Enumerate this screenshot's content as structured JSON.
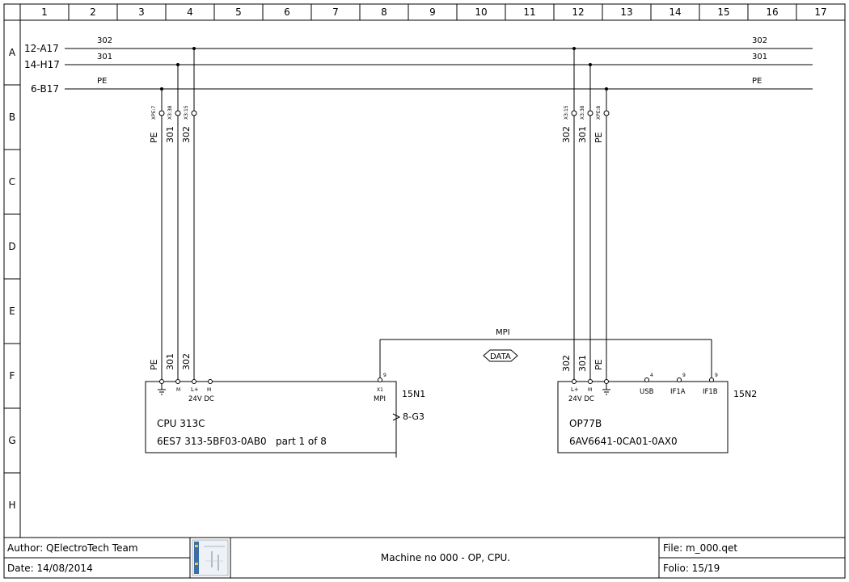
{
  "columns": [
    "1",
    "2",
    "3",
    "4",
    "5",
    "6",
    "7",
    "8",
    "9",
    "10",
    "11",
    "12",
    "13",
    "14",
    "15",
    "16",
    "17"
  ],
  "rows": [
    "A",
    "B",
    "C",
    "D",
    "E",
    "F",
    "G",
    "H"
  ],
  "conductors": {
    "left_refs": [
      "12-A17",
      "14-H17",
      "6-B17"
    ],
    "left_labels": [
      "302",
      "301",
      "PE"
    ],
    "right_labels": [
      "302",
      "301",
      "PE"
    ]
  },
  "cpu": {
    "wire_labels_top": [
      "PE",
      "301",
      "302"
    ],
    "terminals": [
      "XPE:7",
      "X3:38",
      "X3:15"
    ],
    "wire_labels_bottom": [
      "PE",
      "301",
      "302"
    ],
    "pin_m1": "M",
    "pin_lplus": "L+",
    "pin_m2": "M",
    "supply": "24V DC",
    "port_num": "X1",
    "port_pin": "9",
    "port": "MPI",
    "tag": "15N1",
    "name": "CPU 313C",
    "part": "6ES7 313-5BF03-0AB0   part 1 of 8",
    "xref": "8-G3"
  },
  "op": {
    "terminals": [
      "X3:15",
      "X3:38",
      "XPE:8"
    ],
    "wire_labels_top": [
      "302",
      "301",
      "PE"
    ],
    "wire_labels_bottom": [
      "302",
      "301",
      "PE"
    ],
    "pin_lplus": "L+",
    "pin_m": "M",
    "supply": "24V DC",
    "ports": [
      "USB",
      "IF1A",
      "IF1B"
    ],
    "port_pins": [
      "4",
      "9",
      "9"
    ],
    "tag": "15N2",
    "name": "OP77B",
    "part": "6AV6641-0CA01-0AX0"
  },
  "bus": {
    "label": "MPI",
    "data": "DATA"
  },
  "title_block": {
    "author": "Author: QElectroTech Team",
    "date": "Date: 14/08/2014",
    "title": "Machine no 000 - OP, CPU.",
    "file": "File: m_000.qet",
    "folio": "Folio: 15/19"
  }
}
